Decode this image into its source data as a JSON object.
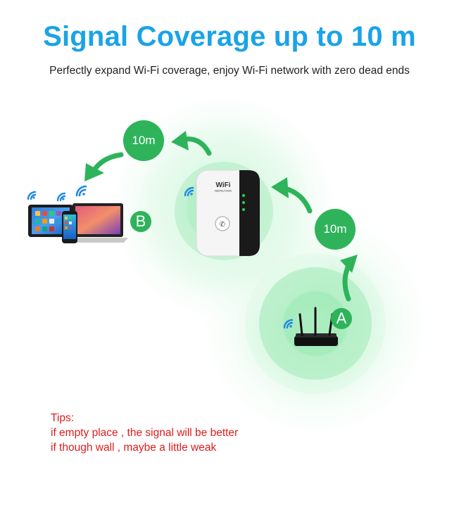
{
  "header": {
    "title": "Signal Coverage up to 10 m",
    "subtitle": "Perfectly expand Wi-Fi coverage, enjoy Wi-Fi network with zero dead ends"
  },
  "diagram": {
    "distance_top": "10m",
    "distance_right": "10m",
    "point_router": "A",
    "point_devices": "B",
    "repeater_brand": "WiFi",
    "repeater_model": "REPEATER"
  },
  "tips": {
    "heading": "Tips:",
    "line1": "if empty place , the signal will be better",
    "line2": "if though wall , maybe a little weak"
  },
  "colors": {
    "title": "#1aa3e8",
    "accent_green": "#2eb35b",
    "tips_red": "#e01b1b",
    "wifi_blue": "#1e88e5"
  }
}
